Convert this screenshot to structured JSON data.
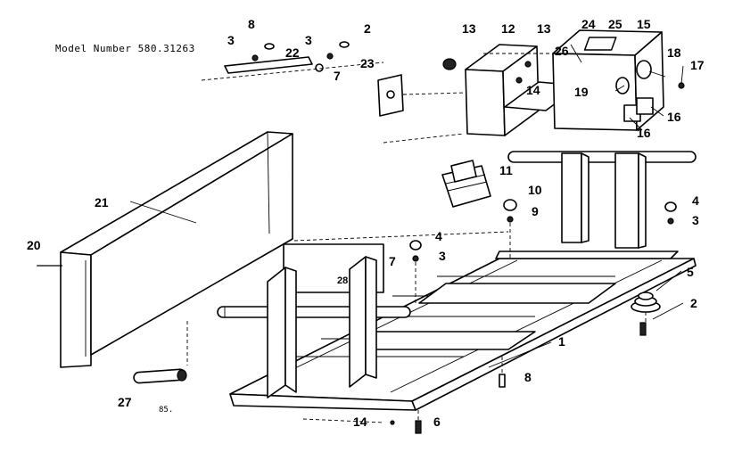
{
  "model_label": "Model Number 580.31263",
  "callouts": {
    "c1": "1",
    "c2a": "2",
    "c2b": "2",
    "c3a": "3",
    "c3b": "3",
    "c3c": "3",
    "c3d": "3",
    "c4a": "4",
    "c4b": "4",
    "c5": "5",
    "c6": "6",
    "c7a": "7",
    "c7b": "7",
    "c8a": "8",
    "c8b": "8",
    "c9": "9",
    "c10": "10",
    "c11": "11",
    "c12": "12",
    "c13a": "13",
    "c13b": "13",
    "c14a": "14",
    "c14b": "14",
    "c15": "15",
    "c16a": "16",
    "c16b": "16",
    "c17": "17",
    "c18": "18",
    "c19": "19",
    "c20": "20",
    "c21": "21",
    "c22": "22",
    "c23": "23",
    "c24": "24",
    "c25": "25",
    "c26": "26",
    "c27": "27",
    "c28": "28"
  },
  "footnote": "85."
}
